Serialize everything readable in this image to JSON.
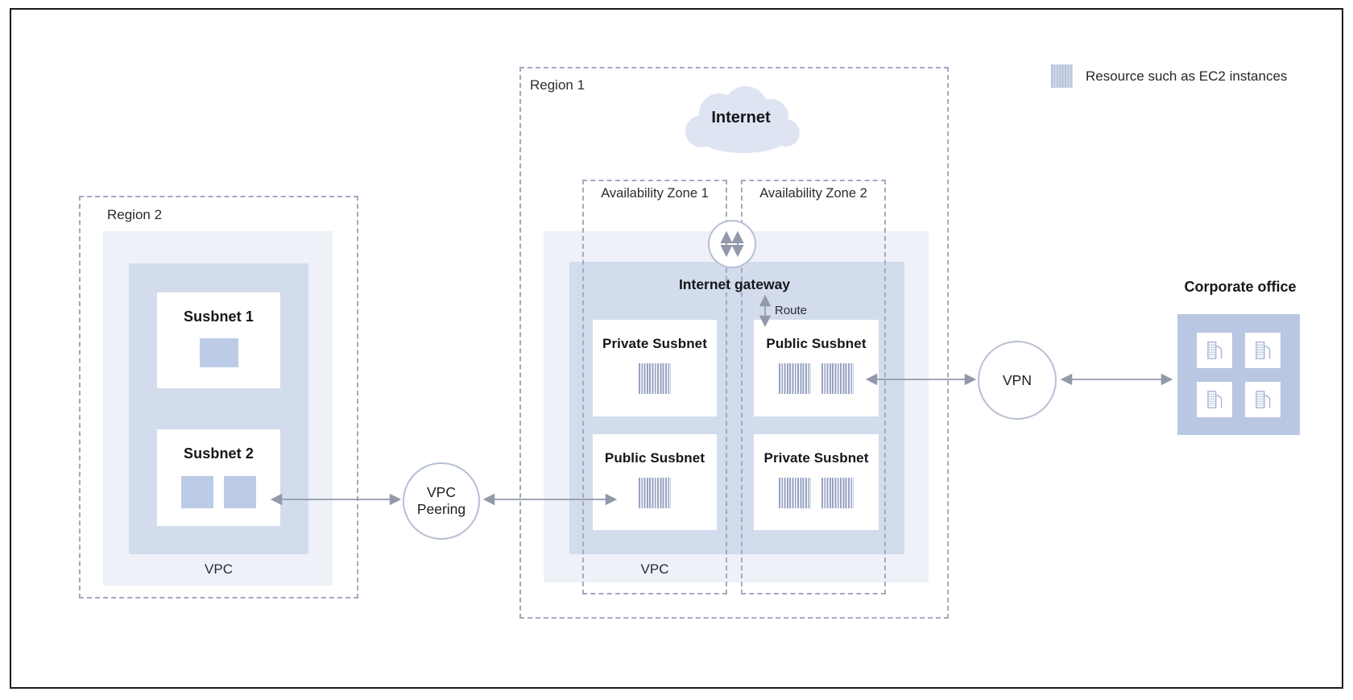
{
  "legend": {
    "label": "Resource such as EC2 instances"
  },
  "internet": {
    "label": "Internet"
  },
  "gateway": {
    "label": "Internet gateway",
    "route_label": "Route"
  },
  "region1": {
    "label": "Region 1",
    "vpc_label": "VPC",
    "az1": {
      "label": "Availability Zone 1",
      "subnet_top": {
        "name": "Private Susbnet",
        "resource_count": 1
      },
      "subnet_bottom": {
        "name": "Public Susbnet",
        "resource_count": 1
      }
    },
    "az2": {
      "label": "Availability Zone 2",
      "subnet_top": {
        "name": "Public Susbnet",
        "resource_count": 2
      },
      "subnet_bottom": {
        "name": "Private Susbnet",
        "resource_count": 2
      }
    }
  },
  "region2": {
    "label": "Region 2",
    "vpc_label": "VPC",
    "subnet1": {
      "name": "Susbnet 1",
      "resource_count": 1
    },
    "subnet2": {
      "name": "Susbnet 2",
      "resource_count": 2
    }
  },
  "connectors": {
    "vpc_peering": {
      "line1": "VPC",
      "line2": "Peering"
    },
    "vpn": {
      "label": "VPN"
    }
  },
  "corporate": {
    "label": "Corporate office",
    "building_count": 4
  },
  "colors": {
    "region_fill": "#eef1f8",
    "vpc_fill": "#d3dcec",
    "resource_solid": "#bccbe6",
    "resource_stripe": "#98a3c3",
    "corporate_fill": "#b9c7e2",
    "dashed_border": "#a2aabf",
    "arrow": "#9399aa",
    "circle_border": "#b7bfd4",
    "cloud_fill": "#dfe4f2",
    "text": "#15161a",
    "frame_border": "#1c1c1c"
  }
}
